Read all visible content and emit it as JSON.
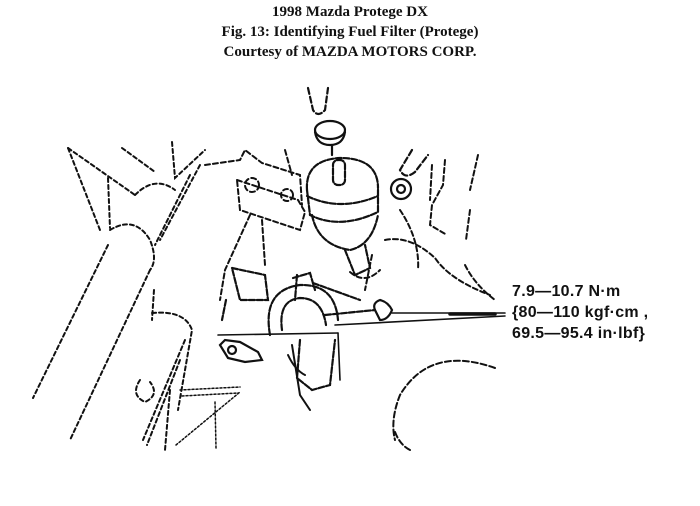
{
  "caption": {
    "line1": "1998 Mazda Protege DX",
    "line2": "Fig. 13: Identifying Fuel Filter (Protege)",
    "line3": "Courtesy of MAZDA MOTORS CORP."
  },
  "figure": {
    "subject": "fuel-filter",
    "style": "dashed line drawing"
  },
  "torque_spec": {
    "line1": "7.9—10.7 N·m",
    "line2": "{80—110 kgf·cm ,",
    "line3": "69.5—95.4 in·lbf}"
  }
}
